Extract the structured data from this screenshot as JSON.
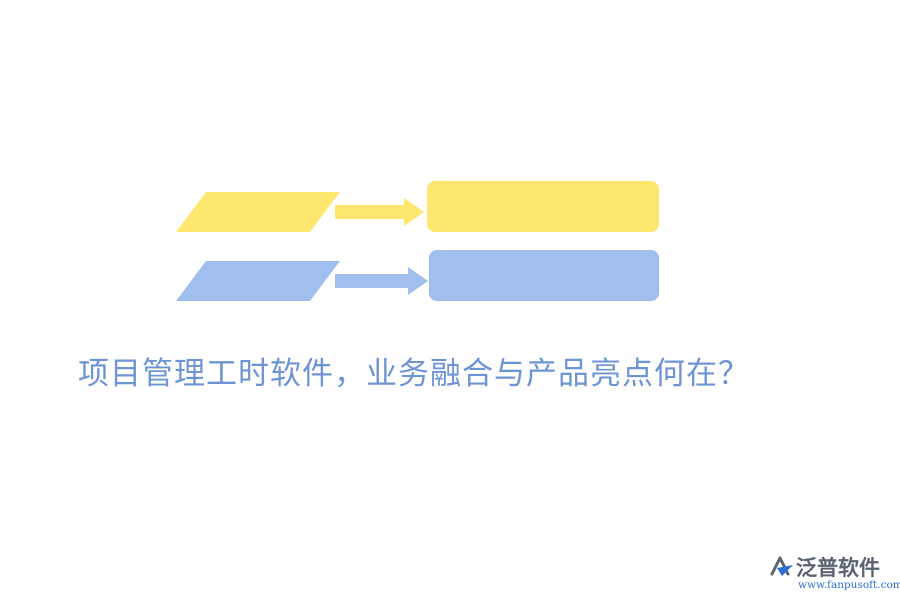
{
  "colors": {
    "yellow": "#FDE76E",
    "blue": "#A1BFEE",
    "headline": "#6F94D6",
    "brand_blue": "#2F6FD8",
    "brand_gray": "#5A6470"
  },
  "headline": {
    "text": "项目管理工时软件，业务融合与产品亮点何在？"
  },
  "logo": {
    "name": "泛普软件",
    "url": "www.fanpusoft.com"
  }
}
